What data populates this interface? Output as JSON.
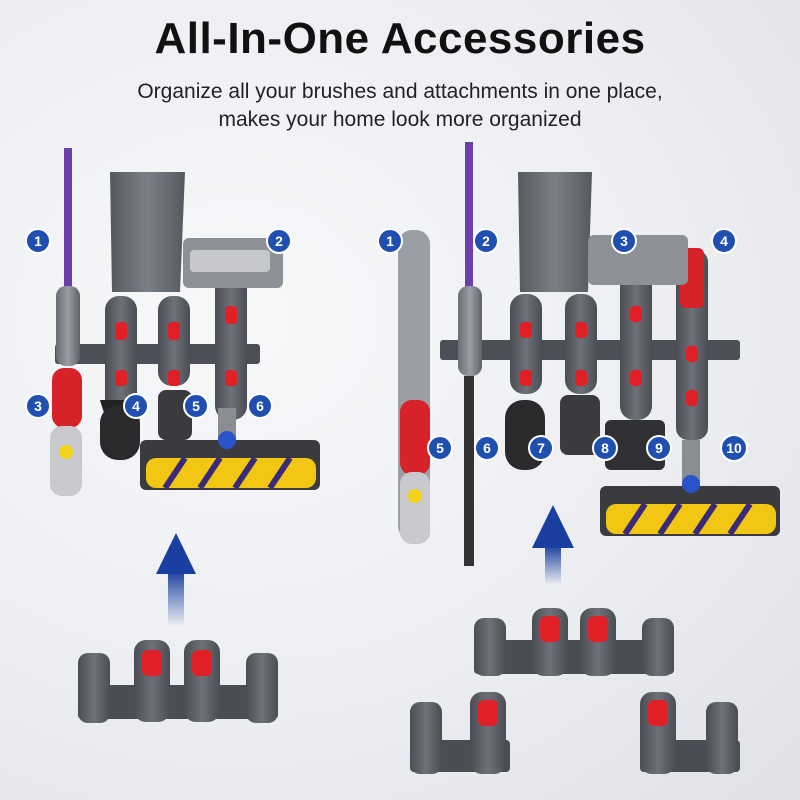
{
  "title": "All-In-One Accessories",
  "subtitle": {
    "line1": "Organize all your brushes and attachments in one place,",
    "line2": "makes your home look more organized"
  },
  "colors": {
    "badge": "#1f4fb0",
    "dock": "#5b5e64",
    "clip": "#e01f26",
    "arrow": "#1a3fa0",
    "roller_yellow": "#f2c713",
    "roller_purple": "#3a2a7a"
  },
  "left_panel": {
    "badges": [
      "1",
      "2",
      "3",
      "4",
      "5",
      "6"
    ]
  },
  "right_panel": {
    "badges": [
      "1",
      "2",
      "3",
      "4",
      "5",
      "6",
      "7",
      "8",
      "9",
      "10"
    ]
  }
}
